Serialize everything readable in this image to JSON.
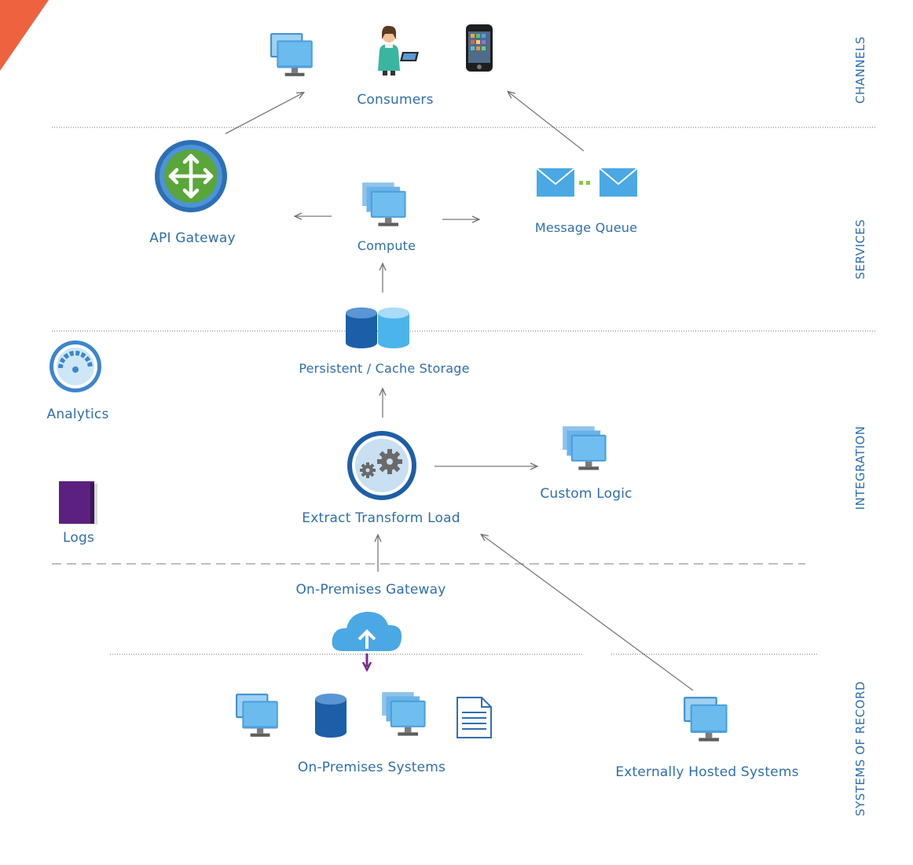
{
  "lanes": {
    "channels": "CHANNELS",
    "services": "SERVICES",
    "integration": "INTEGRATION",
    "systems_of_record": "SYSTEMS OF RECORD"
  },
  "nodes": {
    "consumers": "Consumers",
    "api_gateway": "API Gateway",
    "compute": "Compute",
    "message_queue": "Message Queue",
    "storage": "Persistent / Cache Storage",
    "analytics": "Analytics",
    "etl": "Extract Transform Load",
    "custom_logic": "Custom Logic",
    "logs": "Logs",
    "on_prem_gateway": "On-Premises Gateway",
    "on_prem_systems": "On-Premises Systems",
    "external_systems": "Externally Hosted Systems"
  },
  "colors": {
    "label": "#2e6fae",
    "accent": "#ee6240",
    "monitor": "#5aaee6",
    "db_dark": "#1c5fa8",
    "db_light": "#4cb4ec",
    "gateway_green": "#5aa63a",
    "logs_purple": "#5c2180",
    "arrow": "#7a7a7a"
  },
  "edges": [
    {
      "from": "api_gateway",
      "to": "consumers"
    },
    {
      "from": "message_queue",
      "to": "consumers"
    },
    {
      "from": "compute",
      "to": "api_gateway"
    },
    {
      "from": "compute",
      "to": "message_queue"
    },
    {
      "from": "storage",
      "to": "compute"
    },
    {
      "from": "etl",
      "to": "storage"
    },
    {
      "from": "etl",
      "to": "custom_logic"
    },
    {
      "from": "on_prem_gateway",
      "to": "etl"
    },
    {
      "from": "external_systems",
      "to": "etl"
    },
    {
      "from": "on_prem_gateway",
      "to": "on_prem_systems"
    }
  ]
}
